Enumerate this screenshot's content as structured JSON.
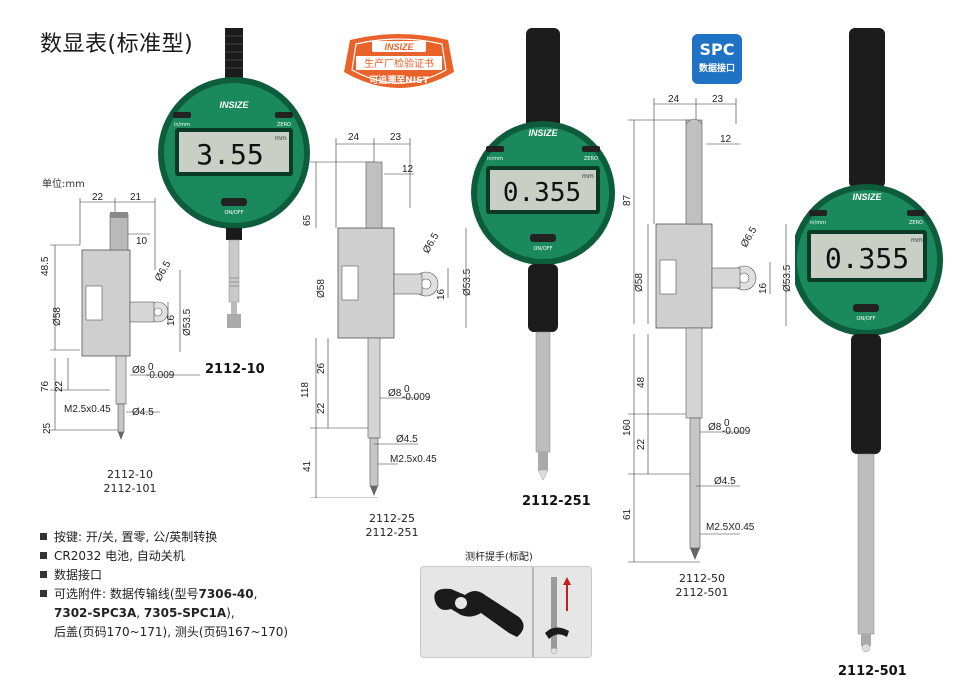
{
  "page": {
    "title": "数显表(标准型)",
    "unit_label": "单位:mm"
  },
  "badges": {
    "nist_brand": "INSIZE",
    "nist_line1": "生产厂检验证书",
    "nist_line2": "可追溯至NIST",
    "spc_line1": "SPC",
    "spc_line2": "数据接口"
  },
  "gauges": [
    {
      "id": "2112-10",
      "reading": "3.55",
      "label_top": "2112-10",
      "brand": "INSIZE",
      "btn_left": "in/mm",
      "btn_right": "ZERO",
      "btn_bottom": "ON/OFF",
      "unit_mark": "mm"
    },
    {
      "id": "2112-251",
      "reading": "0.355",
      "label_top": "2112-251",
      "brand": "INSIZE",
      "btn_left": "in/mm",
      "btn_right": "ZERO",
      "btn_bottom": "ON/OFF",
      "unit_mark": "mm"
    },
    {
      "id": "2112-501",
      "reading": "0.355",
      "label_top": "2112-501",
      "brand": "INSIZE",
      "btn_left": "in/mm",
      "btn_right": "ZERO",
      "btn_bottom": "ON/OFF",
      "unit_mark": "mm"
    }
  ],
  "drawings": {
    "d1": {
      "w22": "22",
      "w21": "21",
      "w10": "10",
      "h48": "48.5",
      "phi58": "Ø58",
      "phi65": "Ø6.5",
      "h16": "16",
      "phi53": "Ø53.5",
      "h76": "76",
      "h22": "22",
      "h25": "25",
      "phi8": "Ø8",
      "tol": "-0.009",
      "tol0": "0",
      "thread": "M2.5x0.45",
      "phi45": "Ø4.5",
      "model1": "2112-10",
      "model2": "2112-101"
    },
    "d2": {
      "w24": "24",
      "w23": "23",
      "w12": "12",
      "h65": "65",
      "phi58": "Ø58",
      "phi65": "Ø6.5",
      "h16": "16",
      "phi53": "Ø53.5",
      "h118": "118",
      "h26": "26",
      "h22": "22",
      "h41": "41",
      "phi8": "Ø8",
      "tol": "-0.009",
      "tol0": "0",
      "phi45": "Ø4.5",
      "thread": "M2.5x0.45",
      "model1": "2112-25",
      "model2": "2112-251"
    },
    "d3": {
      "w24": "24",
      "w23": "23",
      "w12": "12",
      "h87": "87",
      "phi58": "Ø58",
      "phi65": "Ø6.5",
      "h16": "16",
      "phi53": "Ø53.5",
      "h160": "160",
      "h48": "48",
      "h22": "22",
      "h61": "61",
      "phi8": "Ø8",
      "tol": "-0.009",
      "tol0": "0",
      "phi45": "Ø4.5",
      "thread": "M2.5X0.45",
      "model1": "2112-50",
      "model2": "2112-501"
    }
  },
  "features": {
    "f1": "按键: 开/关, 置零, 公/英制转换",
    "f2": "CR2032 电池, 自动关机",
    "f3": "数据接口",
    "f4_pre": "可选附件: 数据传输线(型号",
    "f4_b1": "7306-40",
    "f4_sep1": ",",
    "f4_b2": "7302-SPC3A",
    "f4_sep2": ", ",
    "f4_b3": "7305-SPC1A",
    "f4_end": "),",
    "f5": "后盖(页码170~171), 测头(页码167~170)"
  },
  "accessory": {
    "title": "测杆提手(标配)"
  },
  "colors": {
    "gauge_green": "#1a8a5e",
    "gauge_dark": "#0d5c3c",
    "lcd": "#c9cfc4",
    "spc_blue": "#1f72c4",
    "nist_orange": "#e8622a"
  }
}
